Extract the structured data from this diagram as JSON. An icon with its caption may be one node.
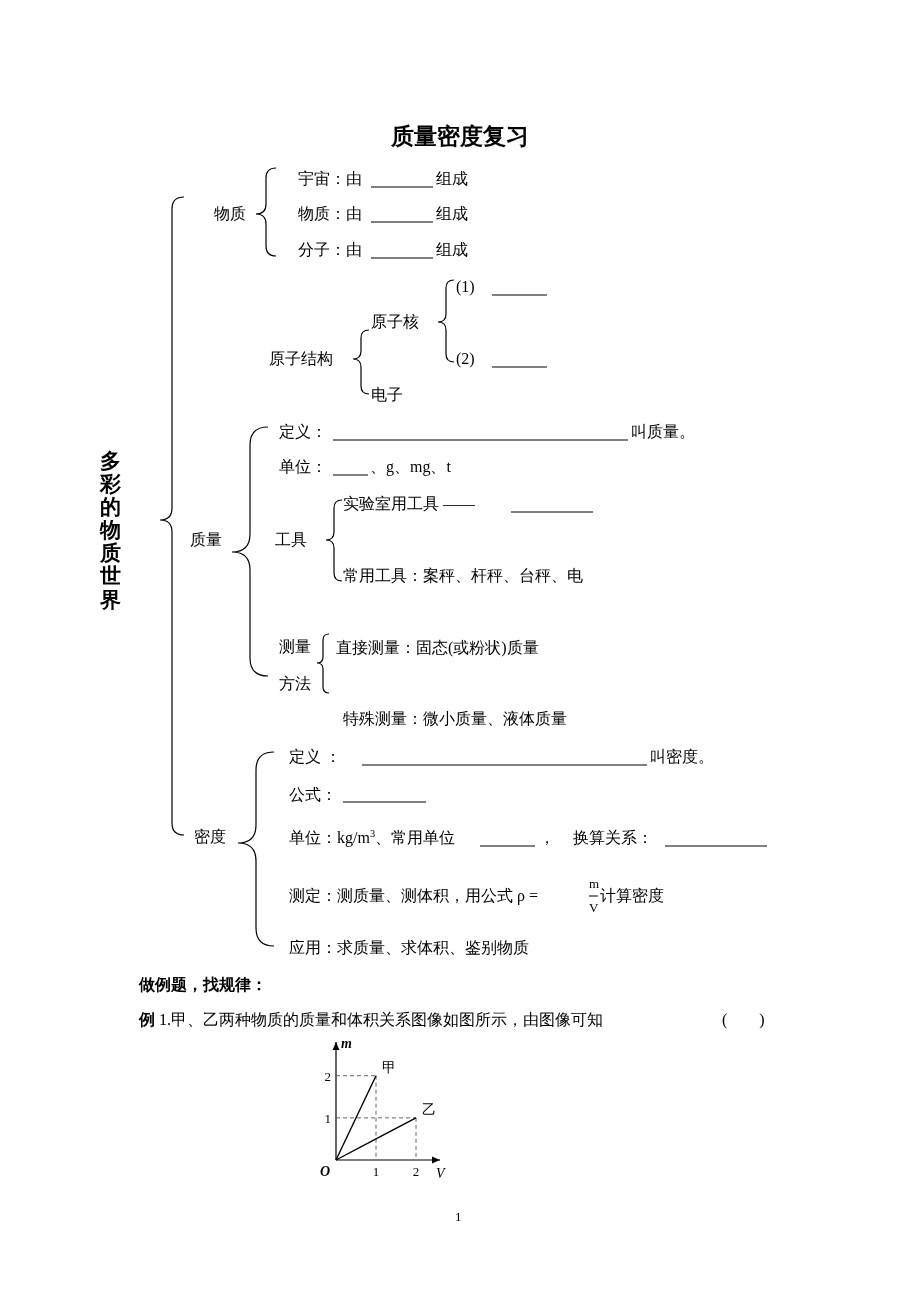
{
  "diagram": {
    "title": "质量密度复习",
    "labels": [
      "多彩的物质世界",
      "物质",
      "宇宙：由",
      "组成",
      "物质：由",
      "组成",
      "分子：由",
      "组成",
      "(1)",
      "原子核",
      "原子结构",
      "(2)",
      "电子",
      "定义：",
      "叫质量。",
      "单位：",
      "、g、mg、t",
      "实验室用工具 ——",
      "质量",
      "工具",
      "常用工具：案秤、杆秤、台秤、电",
      "测量",
      "直接测量：固态(或粉状)质量",
      "方法",
      "特殊测量：微小质量、液体质量",
      "定义 ：",
      "叫密度。",
      "公式：",
      "密度",
      "单位：kg/m$^{3}$、常用单位",
      "，",
      "换算关系：",
      "测定：测质量、测体积，用公式 ρ =",
      "m",
      "V",
      "计算密度",
      "应用：求质量、求体积、鉴别物质",
      "做例题，找规律：",
      "**例** 1.甲、乙两种物质的质量和体积关系图像如图所示，由图像可知",
      "(　　)",
      "1"
    ],
    "chart_data": {
      "type": "line",
      "xlabel": "V",
      "ylabel": "m",
      "x": [
        0,
        1,
        2
      ],
      "series": [
        {
          "name": "甲",
          "color": "#000000",
          "values": [
            0,
            2,
            null
          ]
        },
        {
          "name": "乙",
          "color": "#000000",
          "values": [
            0,
            0.5,
            1
          ]
        }
      ],
      "xlim": [
        0,
        2.6
      ],
      "ylim": [
        0,
        2.8
      ],
      "xticks": [
        1,
        2
      ],
      "yticks": [
        1,
        2
      ],
      "annotations": [
        {
          "x": 0,
          "y": 0,
          "text": "O"
        }
      ]
    }
  }
}
